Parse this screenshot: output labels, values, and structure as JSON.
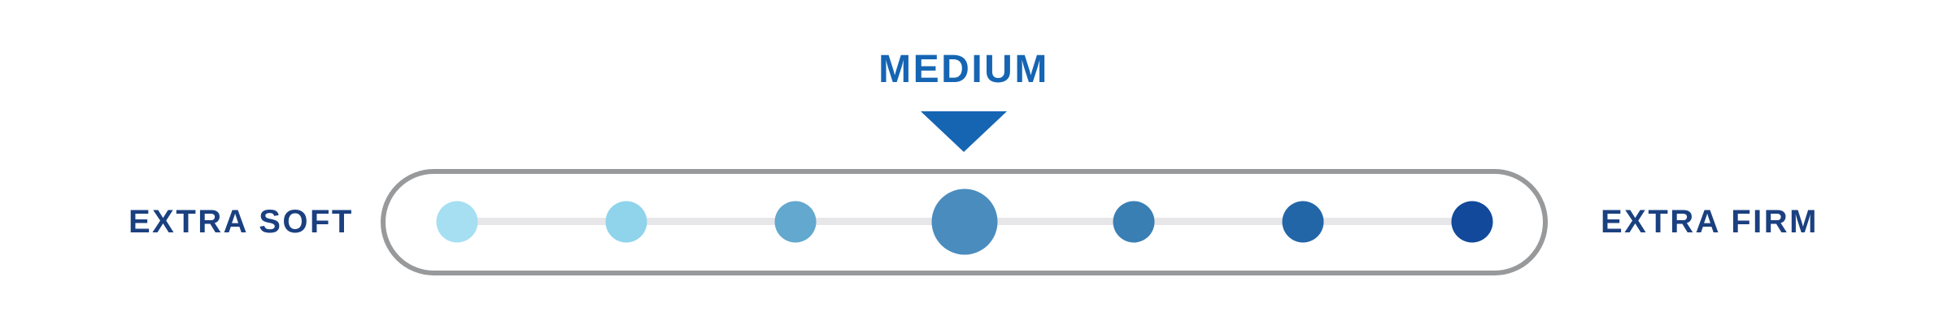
{
  "firmness_scale": {
    "pointer_label": "MEDIUM",
    "left_label": "EXTRA SOFT",
    "right_label": "EXTRA FIRM",
    "selected_index": 3,
    "levels": [
      {
        "id": "level-1",
        "color": "#A6DFF2",
        "selected": false
      },
      {
        "id": "level-2",
        "color": "#8FD4EB",
        "selected": false
      },
      {
        "id": "level-3",
        "color": "#63A8CE",
        "selected": false
      },
      {
        "id": "level-4",
        "color": "#4A8CBE",
        "selected": true
      },
      {
        "id": "level-5",
        "color": "#3A7FB4",
        "selected": false
      },
      {
        "id": "level-6",
        "color": "#2366A8",
        "selected": false
      },
      {
        "id": "level-7",
        "color": "#12499A",
        "selected": false
      }
    ],
    "colors": {
      "pointer_blue": "#1565B3",
      "label_navy": "#1B4080",
      "capsule_border": "#98999B",
      "track": "#E7E7E9",
      "background": "#FFFFFF"
    }
  }
}
